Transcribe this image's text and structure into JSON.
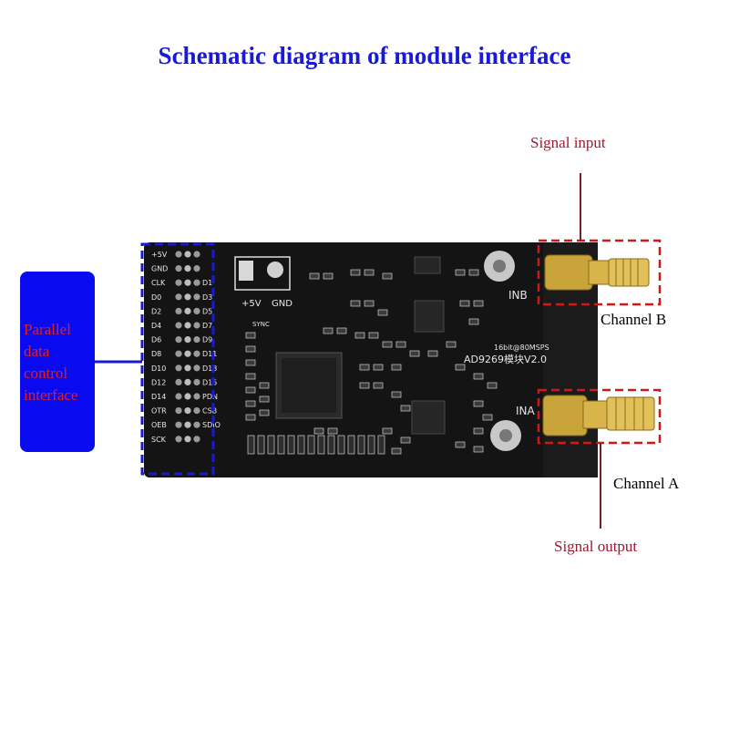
{
  "title": "Schematic diagram of module interface",
  "colors": {
    "title": "#1a1ad6",
    "annotation": "#a01830",
    "interface_box": "#0a0af0",
    "interface_text": "#e0201c",
    "pcb": "#121212",
    "dashed_red": "#d01818",
    "dashed_blue": "#1a1ad0"
  },
  "labels": {
    "signal_input": "Signal input",
    "signal_output": "Signal output",
    "channel_b": "Channel B",
    "channel_a": "Channel A",
    "interface_lines": [
      "Parallel",
      "data",
      "control",
      "interface"
    ]
  },
  "board": {
    "model_text": "AD9269模块V2.0",
    "spec_text": "16bit@80MSPS",
    "inb": "INB",
    "ina": "INA",
    "plus5v": "+5V",
    "gnd": "GND",
    "sync": "SYNC",
    "left_pins": [
      "+5V",
      "GND",
      "CLK",
      "D0",
      "D2",
      "D4",
      "D6",
      "D8",
      "D10",
      "D12",
      "D14",
      "OTR",
      "OEB",
      "SCK"
    ],
    "right_pins": [
      "",
      "",
      "D1",
      "D3",
      "D5",
      "D7",
      "D9",
      "D11",
      "D13",
      "D15",
      "PDN",
      "CSB",
      "SDIO"
    ]
  }
}
